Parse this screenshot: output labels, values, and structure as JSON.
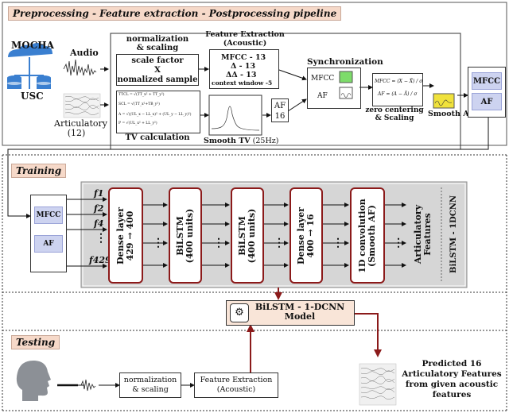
{
  "sections": {
    "preprocessing": "Preprocessing - Feature extraction - Postprocessing pipeline",
    "training": "Training",
    "testing": "Testing"
  },
  "preprocessing": {
    "mocha": "MOCHA",
    "usc": "USC",
    "audio": "Audio",
    "articulatory": "Articulatory",
    "articulatory_count": "(12)",
    "norm_title_1": "normalization",
    "norm_title_2": "& scaling",
    "scale_line_1": "scale factor",
    "scale_line_2": "X",
    "scale_line_3": "nomalized sample",
    "fe_title_1": "Feature Extraction",
    "fe_title_2": "(Acoustic)",
    "mfcc_13": "MFCC - 13",
    "delta_13": "Δ - 13",
    "delta2_13": "ΔΔ - 13",
    "context_window": "context window -5",
    "tv_calc": "TV calculation",
    "smooth_tv": "Smooth TV",
    "smooth_tv_rate": "(25Hz)",
    "af_label": "AF",
    "af_count": "16",
    "synchronization": "Synchronization",
    "sync_mfcc": "MFCC",
    "sync_af": "AF",
    "zero_centering_1": "zero centering",
    "zero_centering_2": "& Scaling",
    "smooth_af_1": "Smooth",
    "smooth_af_2": "AF",
    "out_mfcc": "MFCC",
    "out_af": "AF",
    "formula_mfcc": "MFCC = (X − X̄) / σ",
    "formula_af": "AF = (A − Ā) / σ",
    "tv_formulas": [
      "TTCL = √(TT_x² + TT_y²)",
      "SCL = √(TT_x²+TB_y²)",
      "A = √((UL_x − LL_x)² + (UL_y − LL_y)²)",
      "P = √(UL_x² + LL_y²)"
    ]
  },
  "training": {
    "in_mfcc": "MFCC",
    "in_af": "AF",
    "features": [
      "f1",
      "f2",
      "f4",
      "f429"
    ],
    "blocks": [
      {
        "line1": "Dense layer",
        "line2": "429 → 400"
      },
      {
        "line1": "BiLSTM",
        "line2": "(400 units)"
      },
      {
        "line1": "BiLSTM",
        "line2": "(400 units)"
      },
      {
        "line1": "Dense layer",
        "line2": "400 → 16"
      },
      {
        "line1": "1D convolution",
        "line2": "(Smooth AF)"
      }
    ],
    "output_1": "Articulatory",
    "output_2": "Features",
    "model_tag": "BiLSTM - 1DCNN",
    "dots": "⋮"
  },
  "model": {
    "title": "BiLSTM - 1-DCNN",
    "subtitle": "Model"
  },
  "testing": {
    "norm_1": "normalization",
    "norm_2": "& scaling",
    "fe_1": "Feature Extraction",
    "fe_2": "(Acoustic)",
    "pred_1": "Predicted 16",
    "pred_2": "Articulatory Features",
    "pred_3": "from given acoustic",
    "pred_4": "features"
  },
  "colors": {
    "section_bg": "#f6d9c9",
    "dark_red": "#8b1a1a",
    "blue_box": "#cdd3f0",
    "green": "#7ddc6a",
    "yellow": "#f0e23c"
  }
}
